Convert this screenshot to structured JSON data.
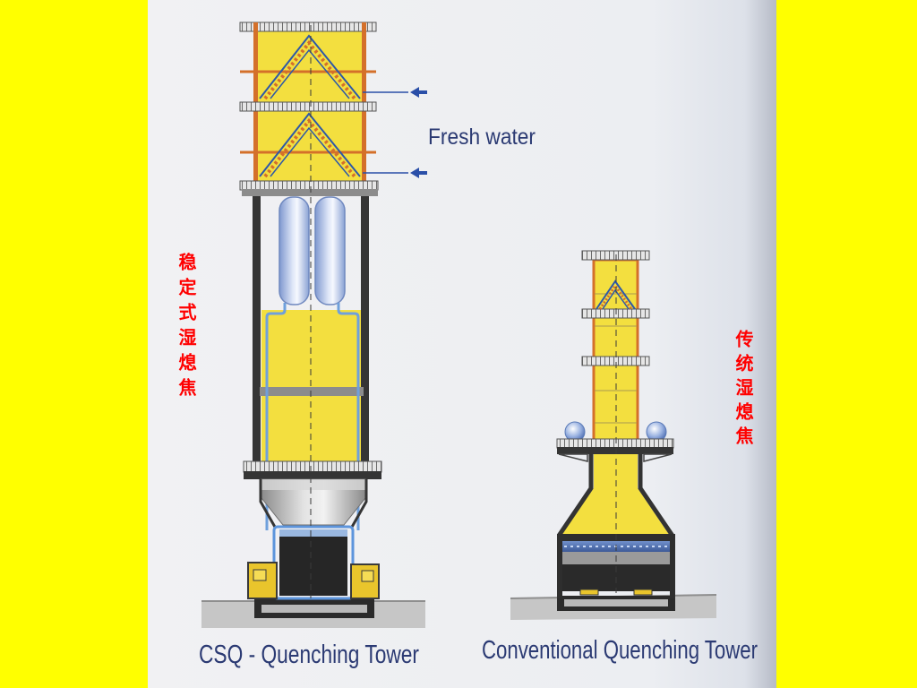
{
  "labels": {
    "fresh_water": "Fresh water",
    "csq_tower": "CSQ - Quenching Tower",
    "conventional_tower": "Conventional Quenching Tower",
    "csq_chinese": "稳定式湿熄焦",
    "conventional_chinese": "传统湿熄焦"
  },
  "icons": {
    "fresh_water_inlet": "arrow-left-icon"
  },
  "colors": {
    "background": "#ffff00",
    "label_red": "#ff0000",
    "label_navy": "#2b3a73",
    "tower_yellow": "#f3df3f",
    "water_blue": "#2a4fa8"
  }
}
